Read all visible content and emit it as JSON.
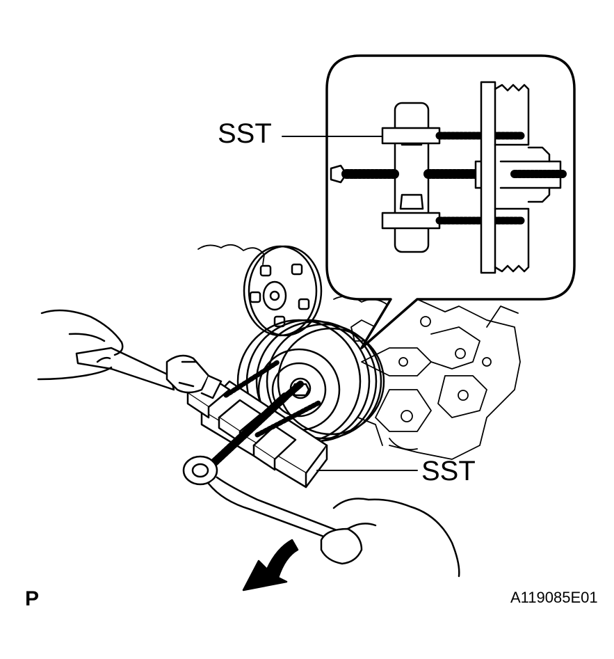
{
  "labels": {
    "sst_top": "SST",
    "sst_bottom": "SST",
    "corner_mark": "P",
    "figure_id": "A119085E01"
  },
  "colors": {
    "line": "#000000",
    "background": "#ffffff"
  }
}
